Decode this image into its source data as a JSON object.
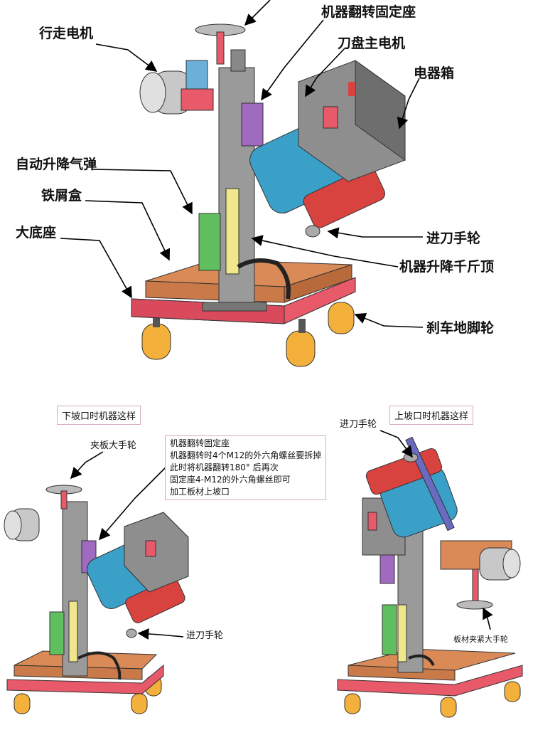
{
  "top_labels": {
    "walk_motor": "行走电机",
    "flip_seat": "机器翻转固定座",
    "cutter_motor": "刀盘主电机",
    "electric_box": "电器箱",
    "gas_spring": "自动升降气弹",
    "chip_box": "铁屑盒",
    "base": "大底座",
    "feed_wheel": "进刀手轮",
    "jack": "机器升降千斤顶",
    "brake_wheel": "刹车地脚轮"
  },
  "lower_left": {
    "title": "下坡口时机器这样",
    "clamp_wheel": "夹板大手轮",
    "feed_wheel": "进刀手轮"
  },
  "note": {
    "lines": [
      "机器翻转固定座",
      "机器翻转时4个M12的外六角螺丝要拆掉",
      "此时将机器翻转180° 后再次",
      "固定座4-M12的外六角螺丝即可",
      "加工板材上坡口"
    ]
  },
  "lower_right": {
    "title": "上坡口时机器这样",
    "feed_wheel": "进刀手轮",
    "clamp_wheel": "板材夹紧大手轮"
  },
  "colors": {
    "base_red": "#e8596a",
    "tray_orange": "#d98a57",
    "column_gray": "#9a9a9a",
    "motor_blue": "#3aa0c8",
    "box_gray": "#8e8e8e",
    "cutter_red": "#d9433f",
    "jack_yellow": "#f0e68c",
    "purple": "#a06ac0",
    "green": "#5fbf5f",
    "wheel_orange": "#f3b03a"
  }
}
